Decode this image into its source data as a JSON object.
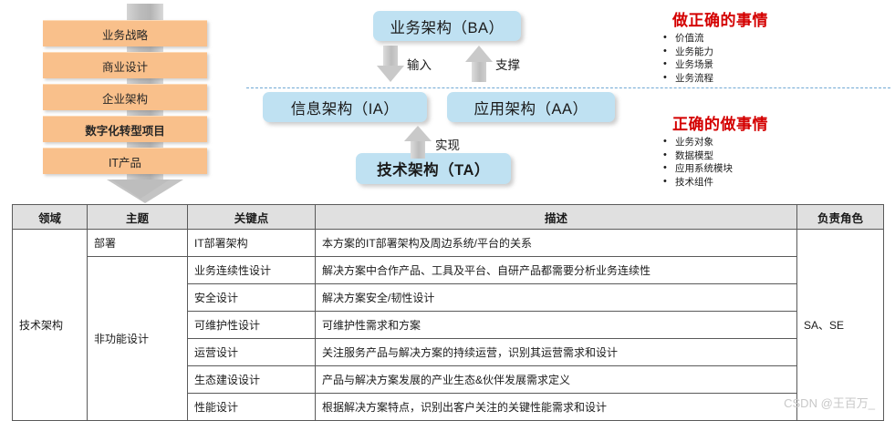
{
  "funnel": {
    "items": [
      {
        "label": "业务战略",
        "bold": false
      },
      {
        "label": "商业设计",
        "bold": false
      },
      {
        "label": "企业架构",
        "bold": false
      },
      {
        "label": "数字化转型项目",
        "bold": true
      },
      {
        "label": "IT产品",
        "bold": false
      }
    ]
  },
  "architecture": {
    "boxes": {
      "ba": "业务架构（BA）",
      "ia": "信息架构（IA）",
      "aa": "应用架构（AA）",
      "ta": "技术架构（TA）"
    },
    "arrows": {
      "input": "输入",
      "support": "支撑",
      "realize": "实现"
    }
  },
  "right_panels": [
    {
      "title": "做正确的事情",
      "title_color": "#d40000",
      "bullets": [
        "价值流",
        "业务能力",
        "业务场景",
        "业务流程"
      ]
    },
    {
      "title": "正确的做事情",
      "title_color": "#d40000",
      "bullets": [
        "业务对象",
        "数据模型",
        "应用系统模块",
        "技术组件"
      ]
    }
  ],
  "table": {
    "headers": [
      "领域",
      "主题",
      "关键点",
      "描述",
      "负责角色"
    ],
    "domain": "技术架构",
    "role": "SA、SE",
    "topics": [
      {
        "label": "部署",
        "rowspan": 1
      },
      {
        "label": "非功能设计",
        "rowspan": 6
      }
    ],
    "rows": [
      {
        "key": "IT部署架构",
        "desc": "本方案的IT部署架构及周边系统/平台的关系"
      },
      {
        "key": "业务连续性设计",
        "desc": "解决方案中合作产品、工具及平台、自研产品都需要分析业务连续性"
      },
      {
        "key": "安全设计",
        "desc": "解决方案安全/韧性设计"
      },
      {
        "key": "可维护性设计",
        "desc": "可维护性需求和方案"
      },
      {
        "key": "运营设计",
        "desc": "关注服务产品与解决方案的持续运营，识别其运营需求和设计"
      },
      {
        "key": "生态建设设计",
        "desc": "产品与解决方案发展的产业生态&伙伴发展需求定义"
      },
      {
        "key": "性能设计",
        "desc": "根据解决方案特点，识别出客户关注的关键性能需求和设计"
      }
    ]
  },
  "watermark": "CSDN @王百万_"
}
